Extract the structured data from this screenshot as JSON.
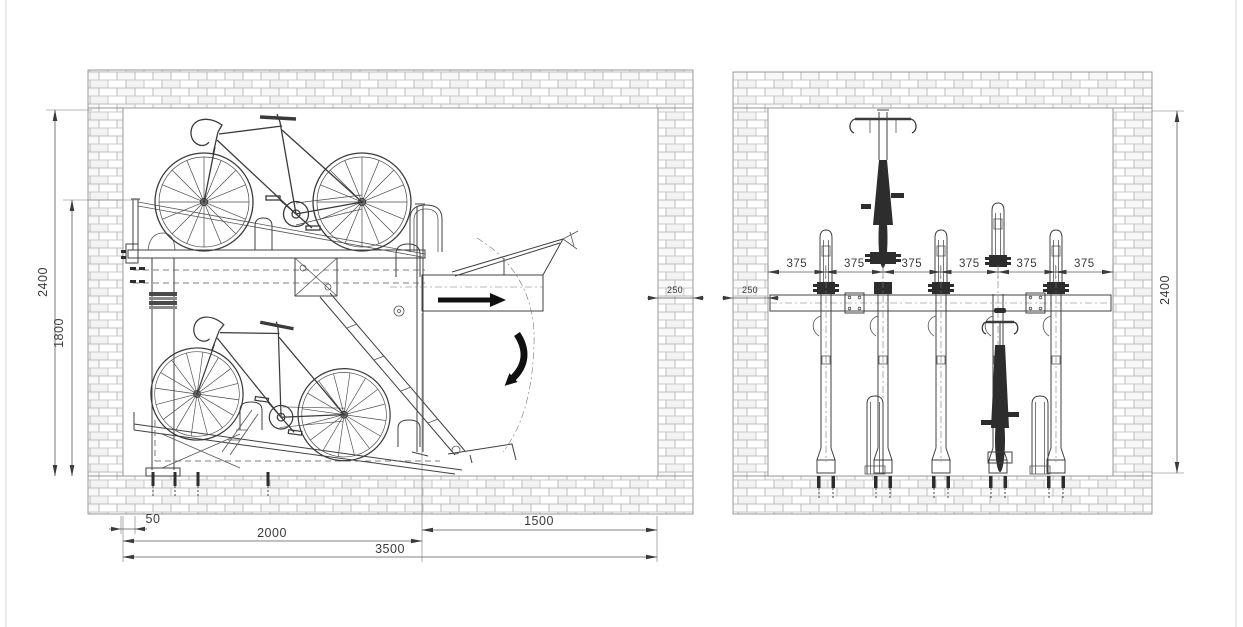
{
  "colors": {
    "line": "#404040",
    "dimension_line": "#5a5a5a",
    "text": "#3a3a3a",
    "brick_mortar": "#b6b6b6",
    "brick_shade": "#f3f3f3",
    "solid_arrow": "#101010",
    "sheet_edge": "#d4d4d4"
  },
  "side_view": {
    "dimensions": {
      "overall_height": "2400",
      "upper_tier_height": "1800",
      "wall_gap": "50",
      "rack_length": "2000",
      "extraction_aisle": "1500",
      "overall_depth": "3500",
      "wall_thickness": "250"
    },
    "icons": {
      "slide_arrow": "right-arrow",
      "tilt_arrow": "curved-down-arrow"
    }
  },
  "front_view": {
    "dimensions": {
      "spacing": [
        "375",
        "375",
        "375",
        "375",
        "375",
        "375"
      ],
      "wall_thickness": "250",
      "overall_height": "2400"
    }
  }
}
